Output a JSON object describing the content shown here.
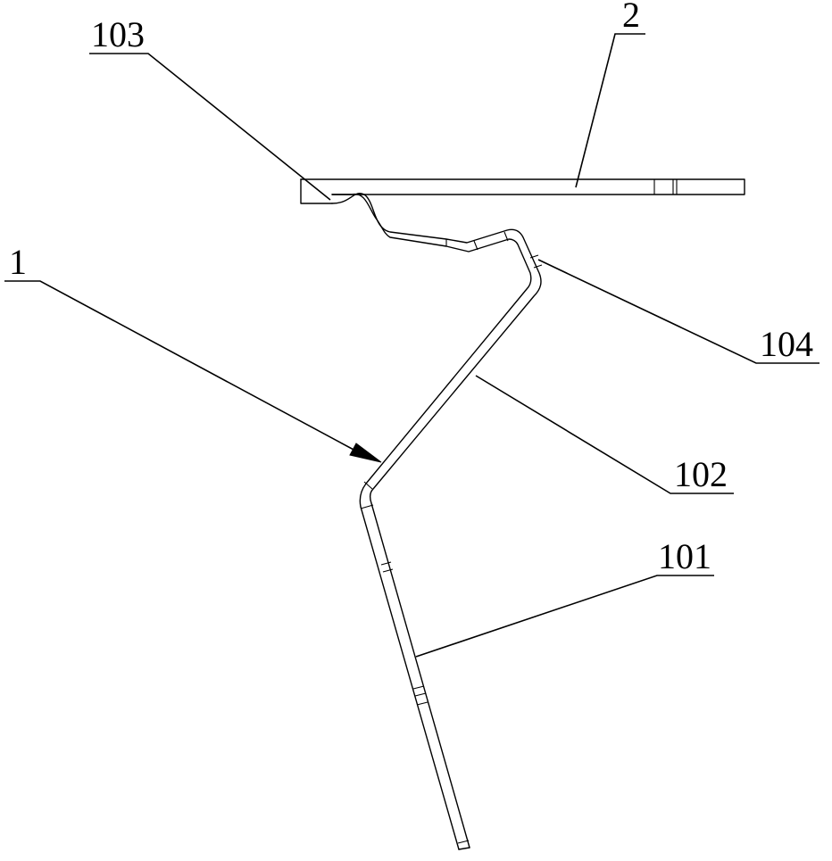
{
  "labels": {
    "part_1": "1",
    "part_2": "2",
    "part_101": "101",
    "part_102": "102",
    "part_103": "103",
    "part_104": "104"
  }
}
